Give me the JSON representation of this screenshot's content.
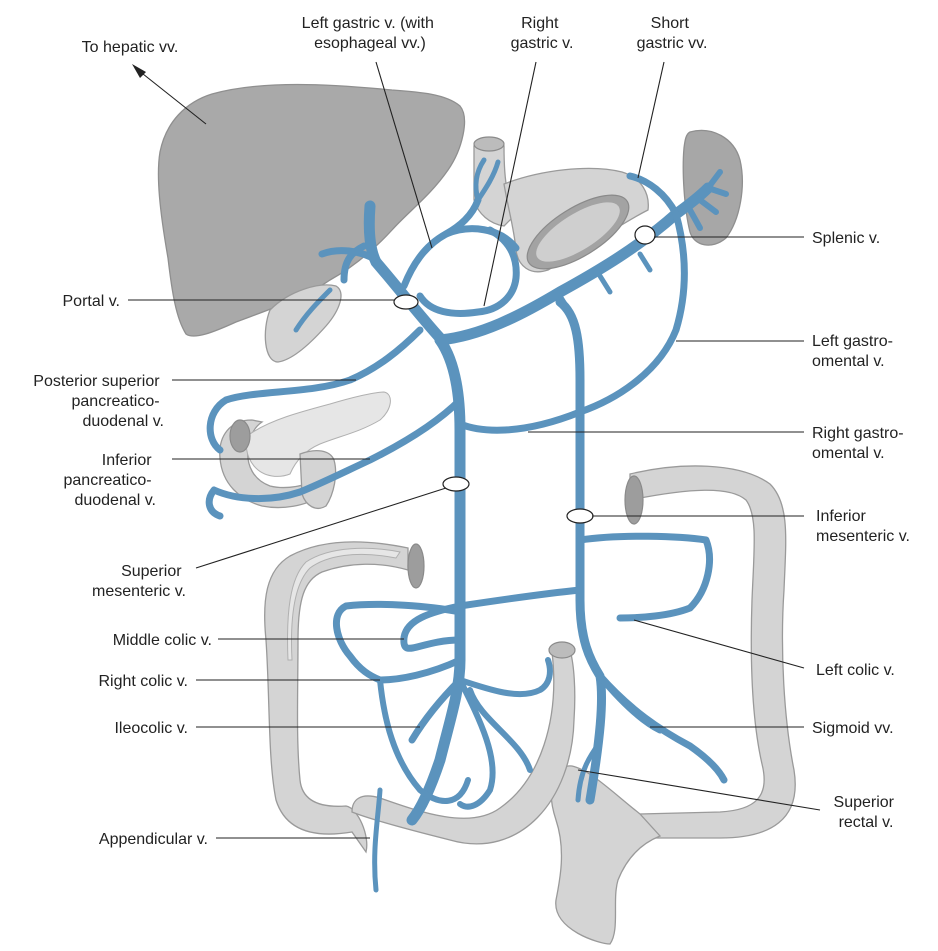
{
  "colors": {
    "vein": "#5b93bd",
    "liver": "#a9a9a9",
    "organ": "#d4d4d4",
    "leader": "#222222"
  },
  "labels": {
    "hepatic": [
      "To hepatic vv."
    ],
    "left_gastric": [
      "Left gastric v. (with",
      "esophageal vv.)"
    ],
    "right_gastric": [
      "Right",
      "gastric v."
    ],
    "short_gastric": [
      "Short",
      "gastric vv."
    ],
    "splenic": [
      "Splenic v."
    ],
    "portal": [
      "Portal v."
    ],
    "left_gastroomental": [
      "Left gastro-",
      "omental v."
    ],
    "post_sup_pd": [
      "Posterior superior",
      "pancreatico-",
      "duodenal v."
    ],
    "right_gastroomental": [
      "Right gastro-",
      "omental v."
    ],
    "inf_pd": [
      "Inferior",
      "pancreatico-",
      "duodenal v."
    ],
    "inf_mesenteric": [
      "Inferior",
      "mesenteric v."
    ],
    "sup_mesenteric": [
      "Superior",
      "mesenteric v."
    ],
    "middle_colic": [
      "Middle colic v."
    ],
    "left_colic": [
      "Left colic v."
    ],
    "right_colic": [
      "Right colic v."
    ],
    "ileocolic": [
      "Ileocolic v."
    ],
    "sigmoid": [
      "Sigmoid vv."
    ],
    "sup_rectal": [
      "Superior",
      "rectal v."
    ],
    "appendicular": [
      "Appendicular v."
    ]
  }
}
